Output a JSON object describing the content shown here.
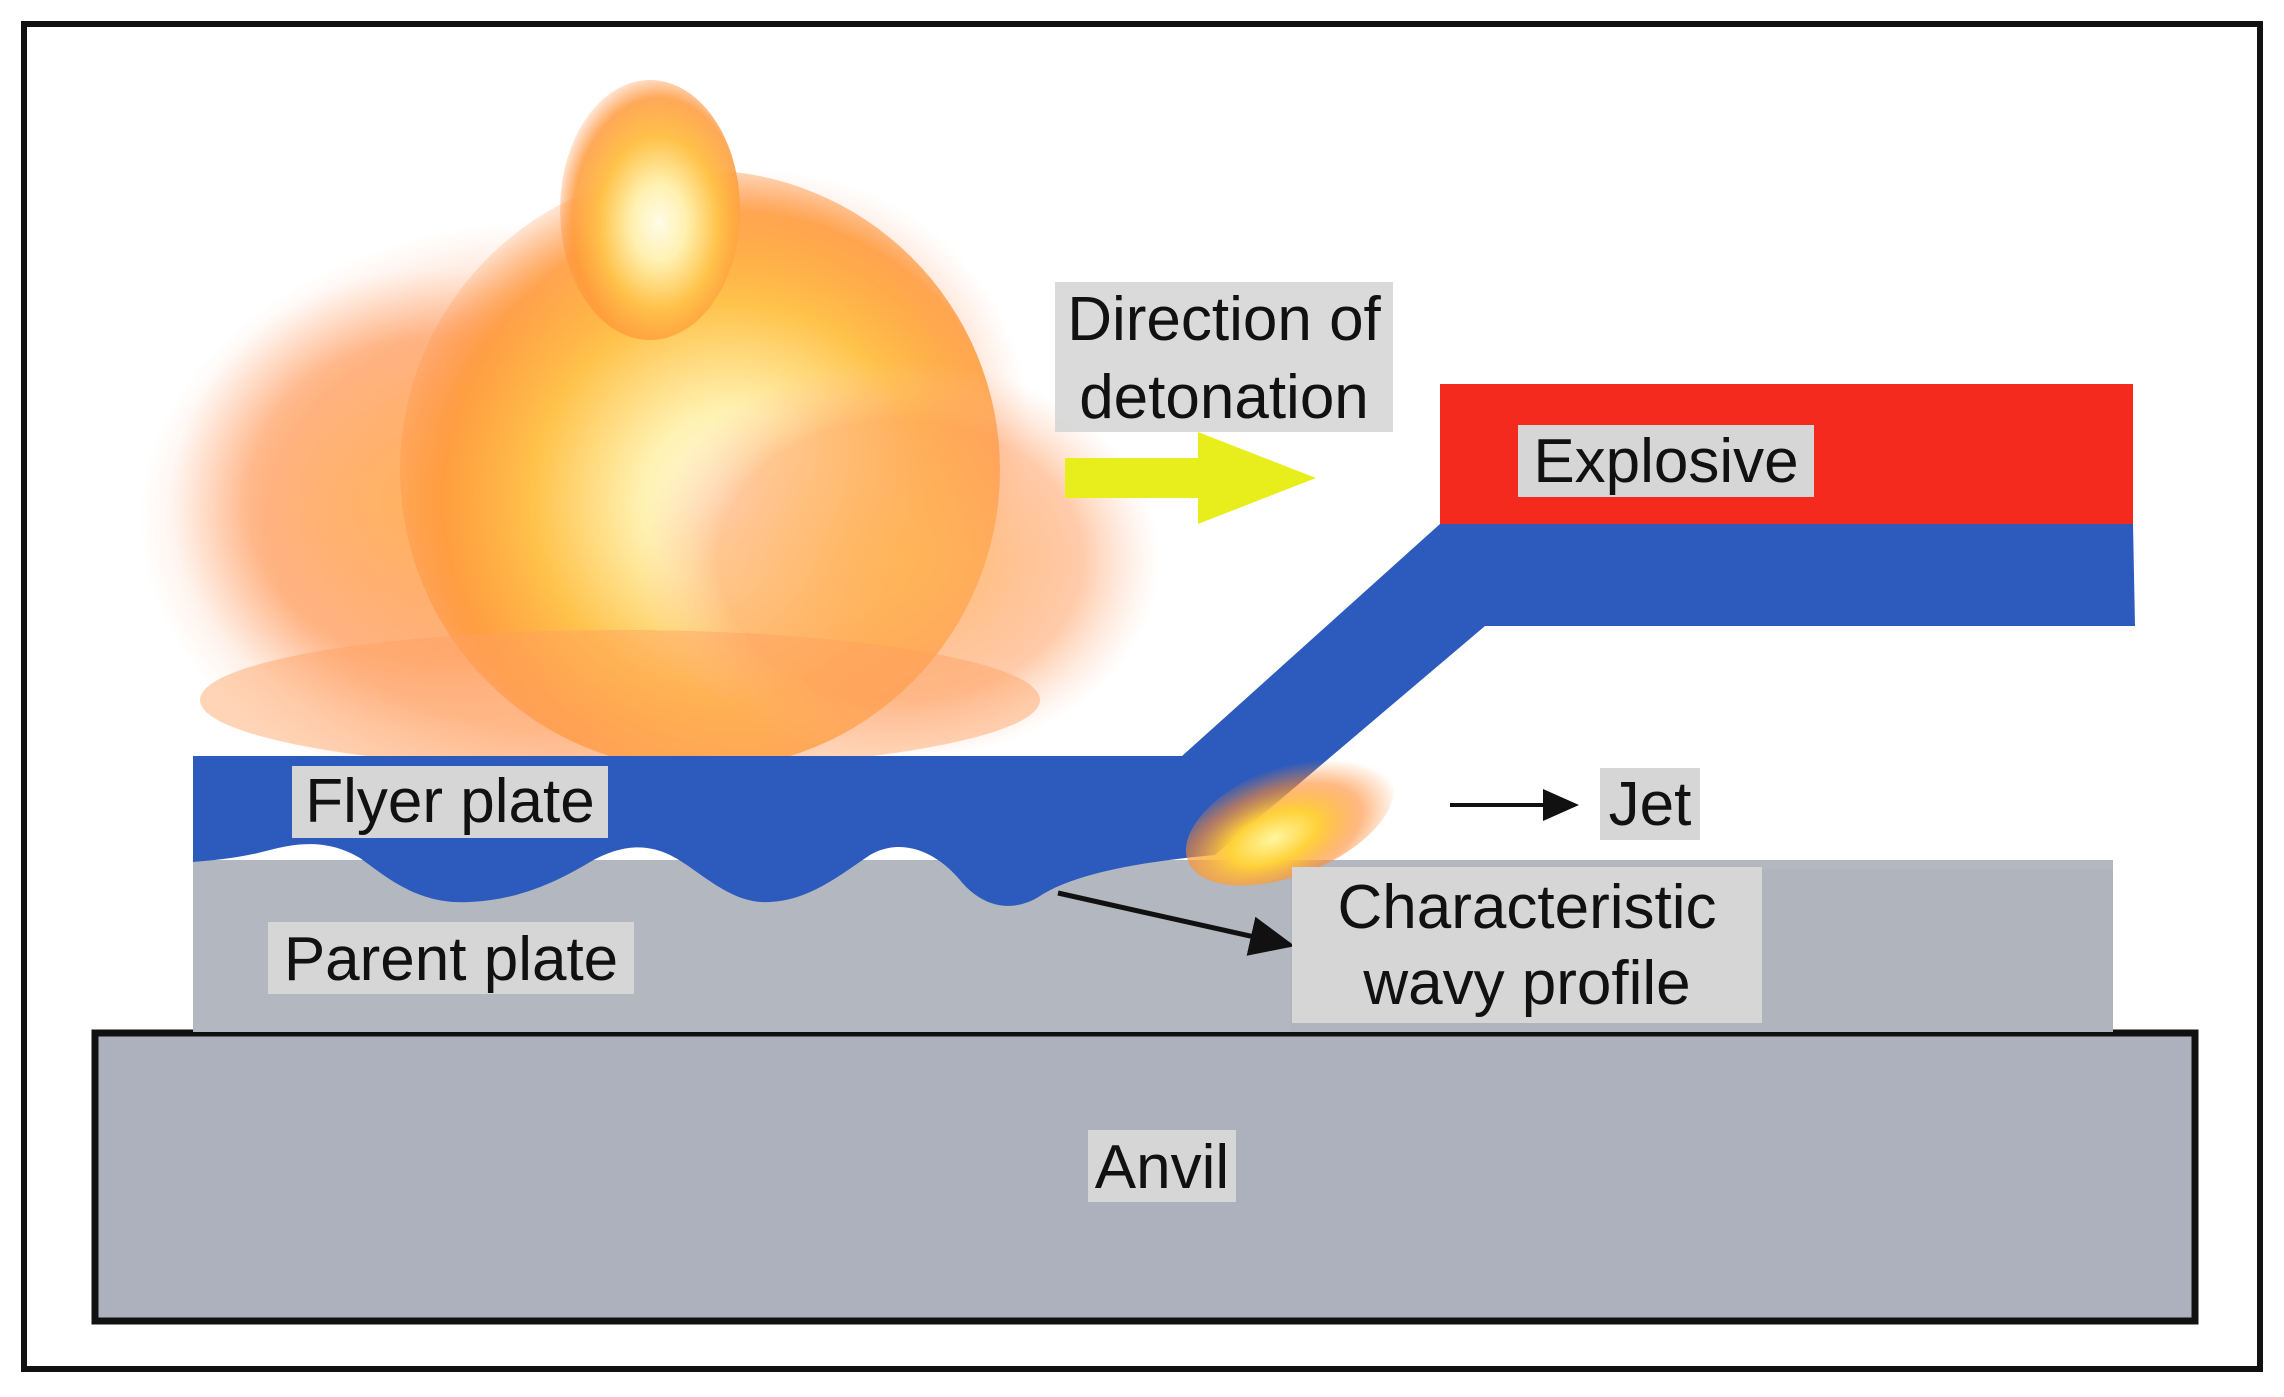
{
  "labels": {
    "direction_line1": "Direction of",
    "direction_line2": "detonation",
    "explosive": "Explosive",
    "flyer_plate": "Flyer plate",
    "jet": "Jet",
    "parent_plate": "Parent plate",
    "wavy_line1": "Characteristic",
    "wavy_line2": "wavy profile",
    "anvil": "Anvil"
  },
  "colors": {
    "explosive": "#f42a1f",
    "flyer_plate": "#2d5bbd",
    "parent_plate": "#b3b7c0",
    "anvil": "#adb1bd",
    "arrow_detonation": "#e8ee1c",
    "label_background": "#d6d6d6",
    "frame": "#111111"
  }
}
